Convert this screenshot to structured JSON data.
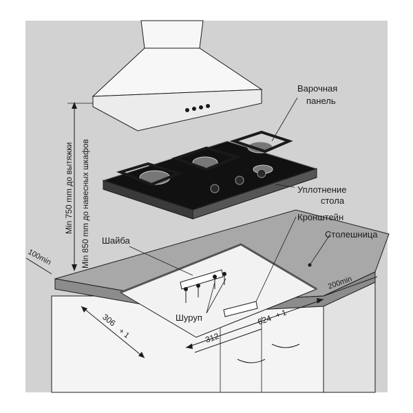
{
  "labels": {
    "hob": [
      "Варочная",
      "панель"
    ],
    "seal": [
      "Уплотнение",
      "стола"
    ],
    "bracket": "Кронштейн",
    "worktop": "Столешница",
    "washer": "Шайба",
    "screw": "Шуруп"
  },
  "dimensions": {
    "min_hood": "Min 750 mm до вытяжки",
    "min_cabinets": "Min 850 mm до навесных шкафов",
    "left_margin": "100min",
    "right_margin": "200min",
    "depth": "306",
    "depth_tol": "+ 1",
    "width": "624",
    "width_tol": "+ 1",
    "half_width": "312"
  },
  "colors": {
    "wall": "#d2d2d2",
    "worktop": "#a8a8a8",
    "worktop_edge": "#8c8c8c",
    "glass": "#111111",
    "cabinet": "#f4f4f4",
    "hood": "#f7f7f7"
  }
}
